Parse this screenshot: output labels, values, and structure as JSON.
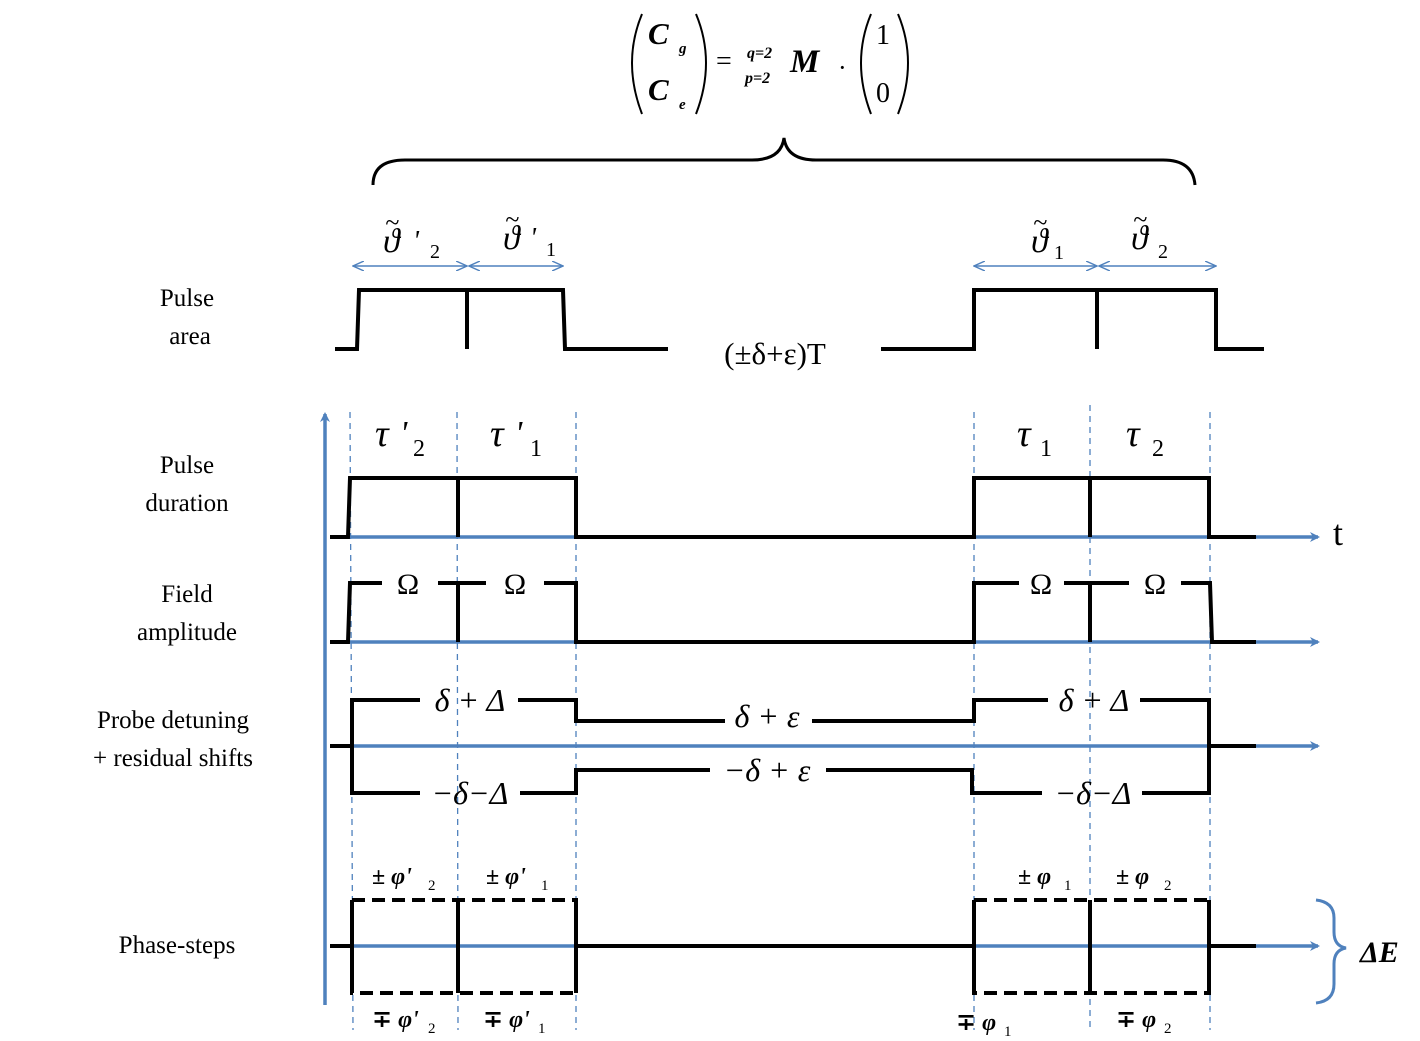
{
  "equation": {
    "left_top": "C",
    "left_top_sub": "g",
    "left_bottom": "C",
    "left_bottom_sub": "e",
    "equals": "=",
    "super_index": "q=2",
    "sub_index": "p=2",
    "matrix": "M",
    "dot": "·",
    "vector_top": "1",
    "vector_bottom": "0"
  },
  "rows": {
    "pulse_area": [
      "Pulse",
      "area"
    ],
    "pulse_duration": [
      "Pulse",
      "duration"
    ],
    "field_amplitude": [
      "Field",
      "amplitude"
    ],
    "probe_detuning": [
      "Probe detuning",
      "+ residual shifts"
    ],
    "phase_steps": "Phase-steps"
  },
  "pulse_area": {
    "theta_symbol": "ϑ",
    "theta_tilde": "~",
    "left_labels": [
      {
        "main": "'",
        "sub": "2"
      },
      {
        "main": "'",
        "sub": "1"
      }
    ],
    "right_labels": [
      {
        "sub": "1"
      },
      {
        "sub": "2"
      }
    ],
    "free_evolution": "(±δ+ε)T"
  },
  "pulse_duration": {
    "tau_symbol": "τ",
    "left_labels": [
      {
        "prime": "'",
        "sub": "2"
      },
      {
        "prime": "'",
        "sub": "1"
      }
    ],
    "right_labels": [
      {
        "sub": "1"
      },
      {
        "sub": "2"
      }
    ],
    "time_axis_label": "t"
  },
  "field_amplitude": {
    "omega": "Ω"
  },
  "detuning": {
    "upper_pulse": "δ + Δ",
    "lower_pulse": "−δ−Δ",
    "upper_free": "δ + ε",
    "lower_free": "−δ + ε"
  },
  "phase_steps": {
    "top_left": [
      "± φ'",
      "2",
      "± φ'",
      "1"
    ],
    "top_right": [
      "± φ",
      "1",
      "± φ",
      "2"
    ],
    "bottom_left": [
      "∓ φ'",
      "2",
      "∓ φ'",
      "1"
    ],
    "bottom_right": [
      "∓ φ",
      "1",
      "∓ φ",
      "2"
    ],
    "energy_label": "ΔE"
  },
  "colors": {
    "axis": "#4f81bd",
    "signal": "#000000",
    "background": "#ffffff"
  }
}
